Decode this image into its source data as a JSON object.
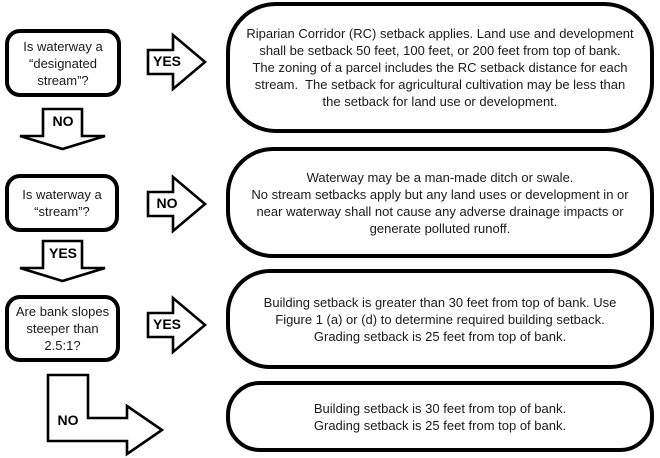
{
  "nodes": {
    "q1": {
      "text": "Is waterway a\n“designated\nstream”?"
    },
    "q2": {
      "text": "Is waterway a\n“stream”?"
    },
    "q3": {
      "text": "Are bank slopes\nsteeper than\n2.5:1?"
    },
    "o1": {
      "text": "Riparian Corridor (RC) setback applies. Land use and development\nshall be setback 50 feet, 100 feet, or 200 feet from top of bank.\nThe zoning of a parcel includes the RC setback distance for each\nstream.  The setback for agricultural cultivation may be less than\nthe setback for land use or development."
    },
    "o2": {
      "text": "Waterway may be a man-made ditch or swale.\nNo stream setbacks apply but any land uses or development in or\nnear waterway shall not cause any adverse drainage impacts or\ngenerate polluted runoff."
    },
    "o3": {
      "text": "Building setback is greater than 30 feet from top of bank. Use\nFigure 1 (a) or (d) to determine required building setback.\nGrading setback is 25 feet from top of bank."
    },
    "o4": {
      "text": "Building setback is 30 feet from top of bank.\nGrading setback is 25 feet from top of bank."
    }
  },
  "labels": {
    "q1_yes": "YES",
    "q1_no": "NO",
    "q2_no": "NO",
    "q2_yes": "YES",
    "q3_yes": "YES",
    "q3_no": "NO"
  },
  "colors": {
    "stroke": "#000000",
    "fill": "#ffffff",
    "text": "#1a1a1a"
  }
}
